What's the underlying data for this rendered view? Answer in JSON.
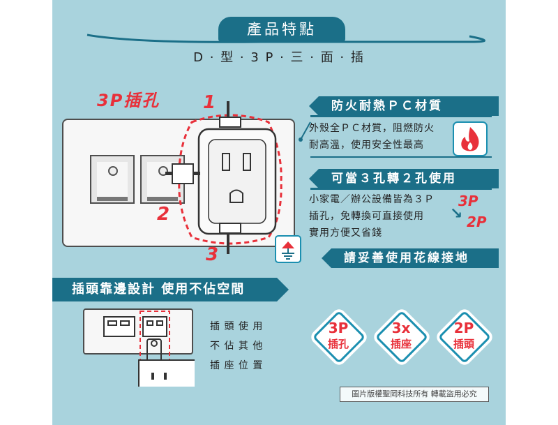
{
  "header": {
    "title": "產品特點",
    "subtitle": "D · 型 · 3 P · 三 · 面 · 插"
  },
  "diagram": {
    "tag_3p": "3P插孔",
    "num_1": "1",
    "num_2": "2",
    "num_3": "3"
  },
  "features": [
    {
      "title": "防火耐熱ＰＣ材質",
      "lines": [
        "外殼全ＰＣ材質，阻燃防火",
        "耐高溫，使用安全性最高"
      ],
      "icon": "fire-icon"
    },
    {
      "title": "可當３孔轉２孔使用",
      "lines": [
        "小家電／辦公設備皆為３Ｐ",
        "插孔，免轉換可直接使用",
        "實用方便又省錢"
      ],
      "icon": "3p-to-2p-icon",
      "badge_top": "3P",
      "badge_bottom": "2P"
    },
    {
      "title": "請妥善使用花線接地",
      "icon": "ground-icon"
    }
  ],
  "side_feature": {
    "title": "插頭靠邊設計 使用不佔空間",
    "lines": [
      "插 頭 使 用",
      "不 佔 其 他",
      "插 座 位 置"
    ]
  },
  "badges": [
    {
      "top": "3P",
      "bottom": "插孔"
    },
    {
      "top": "3x",
      "bottom": "插座"
    },
    {
      "top": "2P",
      "bottom": "插頭"
    }
  ],
  "copyright": "圖片版權聖岡科技所有 轉載盜用必究",
  "colors": {
    "panel": "#a9d3dd",
    "banner": "#1b6f88",
    "accent_red": "#e8303a",
    "badge_border": "#1b8fb0"
  }
}
